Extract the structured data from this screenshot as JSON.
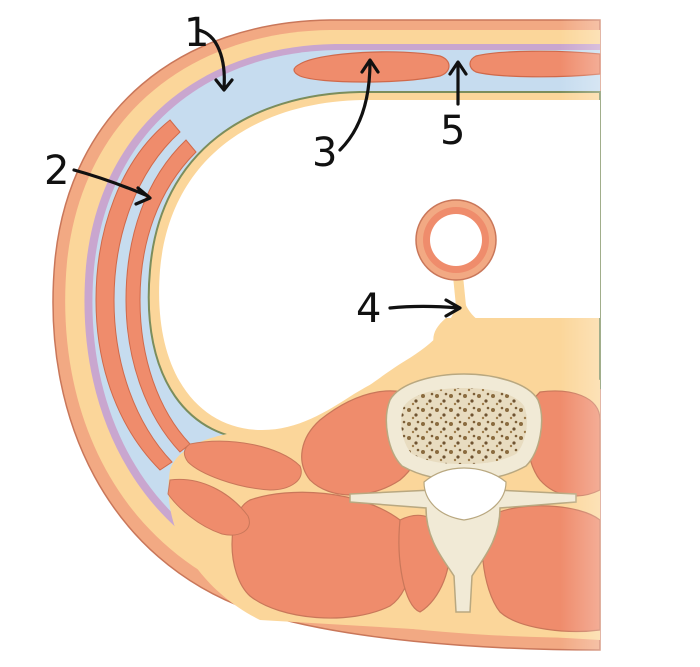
{
  "labels": {
    "l1": "1",
    "l2": "2",
    "l3": "3",
    "l4": "4",
    "l5": "5"
  },
  "colors": {
    "skin": "#f2a983",
    "fat": "#fbd69a",
    "fascia": "#c9a6cf",
    "fluid": "#c6dcef",
    "muscle": "#ef8c6c",
    "pleura": "#7b8d5c",
    "bone": "#f1ead6",
    "ink": "#111111"
  }
}
